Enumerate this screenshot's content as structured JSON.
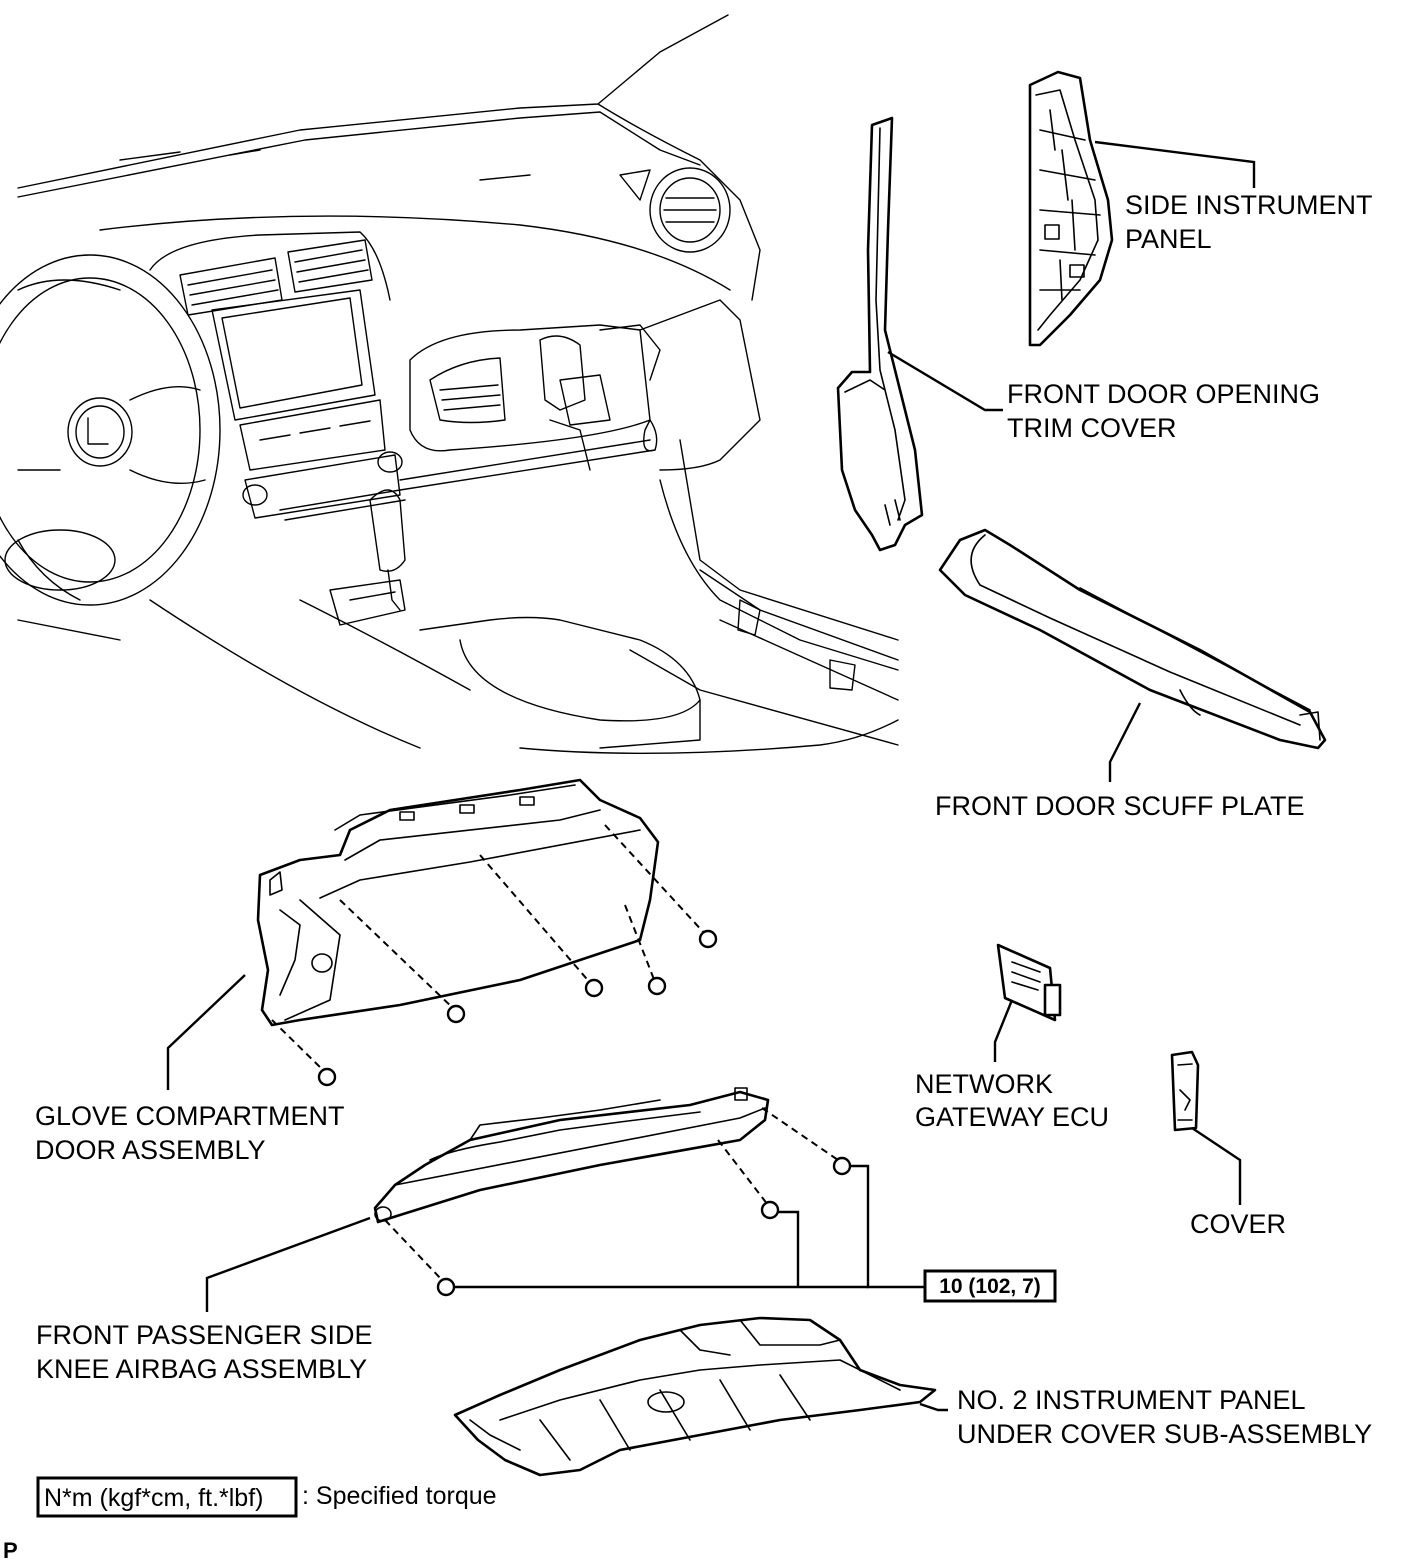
{
  "labels": {
    "side_instrument_panel": [
      "SIDE INSTRUMENT",
      "PANEL"
    ],
    "front_door_opening_trim_cover": [
      "FRONT DOOR OPENING",
      "TRIM COVER"
    ],
    "front_door_scuff_plate": [
      "FRONT DOOR SCUFF PLATE"
    ],
    "network_gateway_ecu": [
      "NETWORK",
      "GATEWAY ECU"
    ],
    "cover": [
      "COVER"
    ],
    "glove_compartment_door_assembly": [
      "GLOVE COMPARTMENT",
      "DOOR ASSEMBLY"
    ],
    "front_passenger_side_knee_airbag_assembly": [
      "FRONT PASSENGER SIDE",
      "KNEE AIRBAG ASSEMBLY"
    ],
    "no2_instrument_panel_under_cover": [
      "NO. 2 INSTRUMENT PANEL",
      "UNDER COVER SUB-ASSEMBLY"
    ]
  },
  "torque_spec": "10 (102, 7)",
  "legend": {
    "units": "N*m (kgf*cm, ft.*lbf)",
    "description": ": Specified torque"
  },
  "corner_mark": "P"
}
